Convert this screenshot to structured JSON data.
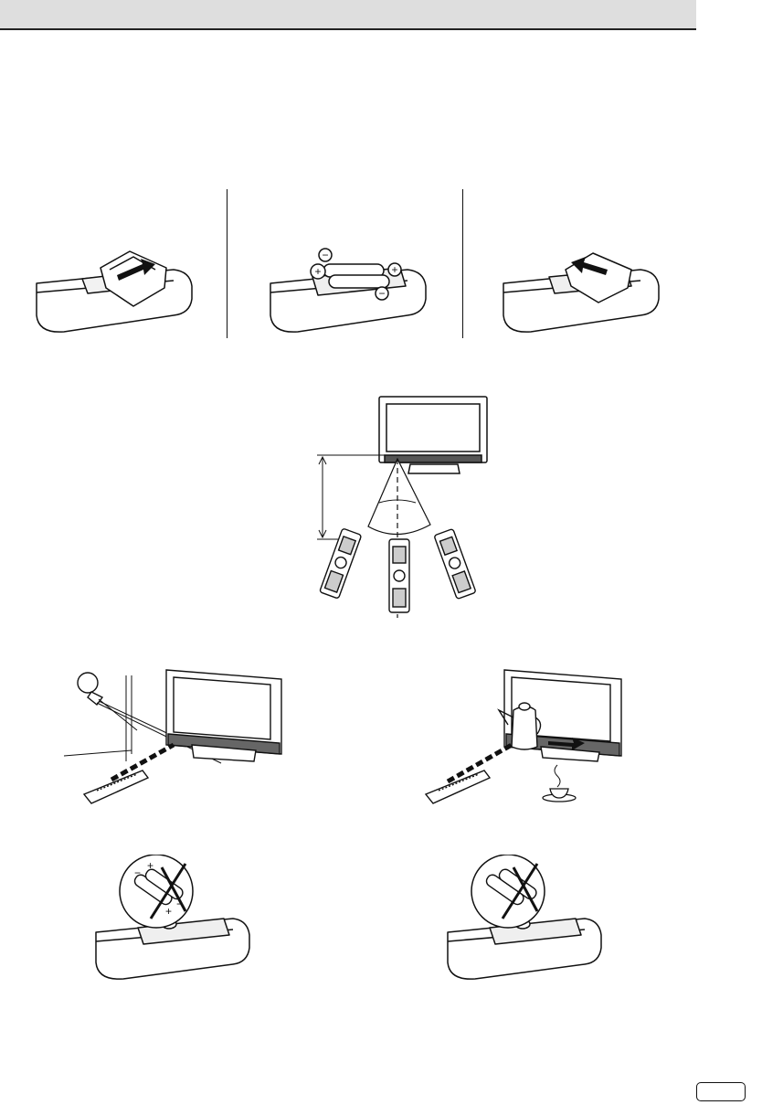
{
  "document": {
    "header_band": "",
    "page_tab": "",
    "figures": [
      {
        "id": "open-cover",
        "icon": "arrow-icon"
      },
      {
        "id": "insert-batteries",
        "icon": "battery-icon"
      },
      {
        "id": "close-cover",
        "icon": "arrow-icon"
      },
      {
        "id": "operating-range",
        "icon": "remote-control-icon"
      },
      {
        "id": "sunlight-obstruction",
        "icon": "lamp-icon"
      },
      {
        "id": "object-obstruction",
        "icon": "kettle-icon"
      },
      {
        "id": "no-mixed-batteries",
        "icon": "crossed-batteries-icon"
      },
      {
        "id": "no-mixed-types",
        "icon": "crossed-batteries-icon"
      }
    ]
  }
}
